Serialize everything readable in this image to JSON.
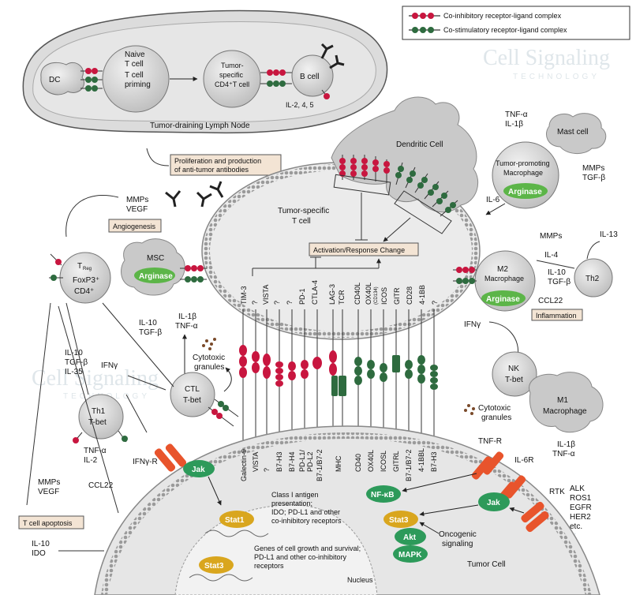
{
  "colors": {
    "inhibitory": "#c8163f",
    "stimulatory": "#2e6b3f",
    "enzyme": "#5cb548",
    "kinase": "#2d9a5a",
    "receptor": "#e8542c",
    "stat": "#d9a61e",
    "box": "#f3e4d4",
    "cell_fill": "#dcdcdc",
    "cell_stroke": "#8a8a8a"
  },
  "watermark": {
    "brand": "Cell Signaling",
    "sub": "TECHNOLOGY"
  },
  "legend": {
    "inhibitory": "Co-inhibitory receptor-ligand complex",
    "stimulatory": "Co-stimulatory receptor-ligand complex"
  },
  "lymph_node": {
    "label": "Tumor-draining Lymph Node",
    "dc": "DC",
    "naive_1": "Naive",
    "naive_2": "T cell",
    "priming_1": "T cell",
    "priming_2": "priming",
    "cd4_1": "Tumor-",
    "cd4_2": "specific",
    "cd4_3": "CD4⁺T cell",
    "bcell": "B cell",
    "il": "IL-2, 4, 5"
  },
  "boxes": {
    "antibodies_1": "Proliferation and production",
    "antibodies_2": "of anti-tumor antibodies",
    "angiogenesis": "Angiogenesis",
    "activation": "Activation/Response Change",
    "inflammation": "Inflammation",
    "apoptosis": "T cell apoptosis"
  },
  "cells": {
    "dendritic": "Dendritic Cell",
    "tumor_t_1": "Tumor-specific",
    "tumor_t_2": "T cell",
    "treg_t": "T",
    "treg_sub": "Reg",
    "treg_2": "FoxP3⁺",
    "treg_3": "CD4⁺",
    "msc": "MSC",
    "ctl_1": "CTL",
    "ctl_2": "T-bet",
    "th1_1": "Th1",
    "th1_2": "T-bet",
    "nk_1": "NK",
    "nk_2": "T-bet",
    "m1_1": "M1",
    "m1_2": "Macrophage",
    "m2_1": "M2",
    "m2_2": "Macrophage",
    "th2": "Th2",
    "mast": "Mast cell",
    "tpm_1": "Tumor-promoting",
    "tpm_2": "Macrophage",
    "tumor": "Tumor Cell",
    "nucleus": "Nucleus"
  },
  "labels": {
    "arginase": "Arginase",
    "mmps_vegf_top_1": "MMPs",
    "mmps_vegf_top_2": "VEGF",
    "il10_tgf_msc_1": "IL-10",
    "il10_tgf_msc_2": "TGF-β",
    "il1b_tnfa_1": "IL-1β",
    "il1b_tnfa_2": "TNF-α",
    "cyto_1": "Cytotoxic",
    "cyto_2": "granules",
    "il10_tgf_il35_1": "IL-10",
    "il10_tgf_il35_2": "TGF-β",
    "il10_tgf_il35_3": "IL-35",
    "ifng": "IFNγ",
    "tnfa_il2_1": "TNF-α",
    "tnfa_il2_2": "IL-2",
    "ifngr": "IFNγ-R",
    "jak": "Jak",
    "stat1": "Stat1",
    "stat3": "Stat3",
    "nfkb": "NF-κB",
    "akt": "Akt",
    "mapk": "MAPK",
    "mmps_vegf_bot_1": "MMPs",
    "mmps_vegf_bot_2": "VEGF",
    "ccl22_left": "CCL22",
    "il10_ido_1": "IL-10",
    "il10_ido_2": "IDO",
    "class1_1": "Class I antigen",
    "class1_2": "presentation;",
    "class1_3": "IDO; PD-L1 and other",
    "class1_4": "co-inhibitory receptors",
    "genes_1": "Genes of cell growth and survival;",
    "genes_2": "PD-L1 and other co-inhibitory",
    "genes_3": "receptors",
    "oncogenic_1": "Oncogenic",
    "oncogenic_2": "signaling",
    "tnfr": "TNF-R",
    "il6r": "IL-6R",
    "rtk": "RTK",
    "rtk_list_1": "ALK",
    "rtk_list_2": "ROS1",
    "rtk_list_3": "EGFR",
    "rtk_list_4": "HER2",
    "rtk_list_5": "etc.",
    "ifng_right": "IFNγ",
    "nk_cyto_1": "Cytotoxic",
    "nk_cyto_2": "granules",
    "il1b_tnfa_m1_1": "IL-1β",
    "il1b_tnfa_m1_2": "TNF-α",
    "mmps_m2": "MMPs",
    "il4": "IL-4",
    "il10_tgf_m2_1": "IL-10",
    "il10_tgf_m2_2": "TGF-β",
    "il13": "IL-13",
    "ccl22_right": "CCL22",
    "il6": "IL-6",
    "tnfa_il1b_top_1": "TNF-α",
    "tnfa_il1b_top_2": "IL-1β",
    "mmps_tgfb_1": "MMPs",
    "mmps_tgfb_2": "TGF-β"
  },
  "receptors_top": [
    "TIM-3",
    "?",
    "VISTA",
    "?",
    "?",
    "PD-1",
    "CTLA-4",
    "LAG-3",
    "TCR",
    "CD40L",
    "OX40L",
    "(CD134)",
    "ICOS",
    "GITR",
    "CD28",
    "4-1BB",
    "?"
  ],
  "ligands_bottom": [
    "Galectin-9",
    "VISTA",
    "?",
    "B7-H3",
    "B7-H4",
    "PD-L1/",
    "PD-L2",
    "B7-1/B7-2",
    "MHC",
    "CD40",
    "OX40L",
    "ICOSL",
    "GITRL",
    "B7-1/B7-2",
    "4-1BBL",
    "B7-H3"
  ]
}
